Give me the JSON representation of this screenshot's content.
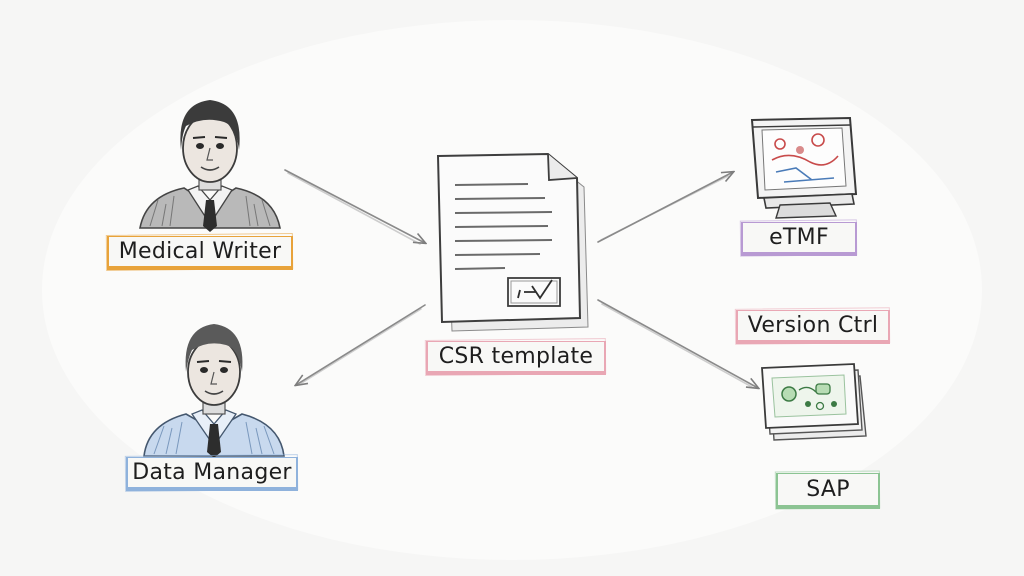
{
  "diagram": {
    "nodes": {
      "medical_writer": {
        "label": "Medical Writer",
        "color": "#e8a33a"
      },
      "data_manager": {
        "label": "Data Manager",
        "color": "#8fb2dc"
      },
      "csr_template": {
        "label": "CSR template",
        "color": "#e9a7b4"
      },
      "etmf": {
        "label": "eTMF",
        "color": "#b89ad3"
      },
      "version_ctrl": {
        "label": "Version Ctrl",
        "color": "#e9a7b4"
      },
      "sap": {
        "label": "SAP",
        "color": "#8cc493"
      }
    },
    "edges": [
      {
        "from": "medical_writer",
        "to": "csr_template"
      },
      {
        "from": "csr_template",
        "to": "data_manager"
      },
      {
        "from": "csr_template",
        "to": "etmf"
      },
      {
        "from": "csr_template",
        "to": "sap"
      }
    ],
    "icons": {
      "medical_writer": "person-icon",
      "data_manager": "person-icon",
      "csr_template": "document-icon",
      "etmf": "monitor-icon",
      "sap": "document-stack-icon"
    }
  }
}
